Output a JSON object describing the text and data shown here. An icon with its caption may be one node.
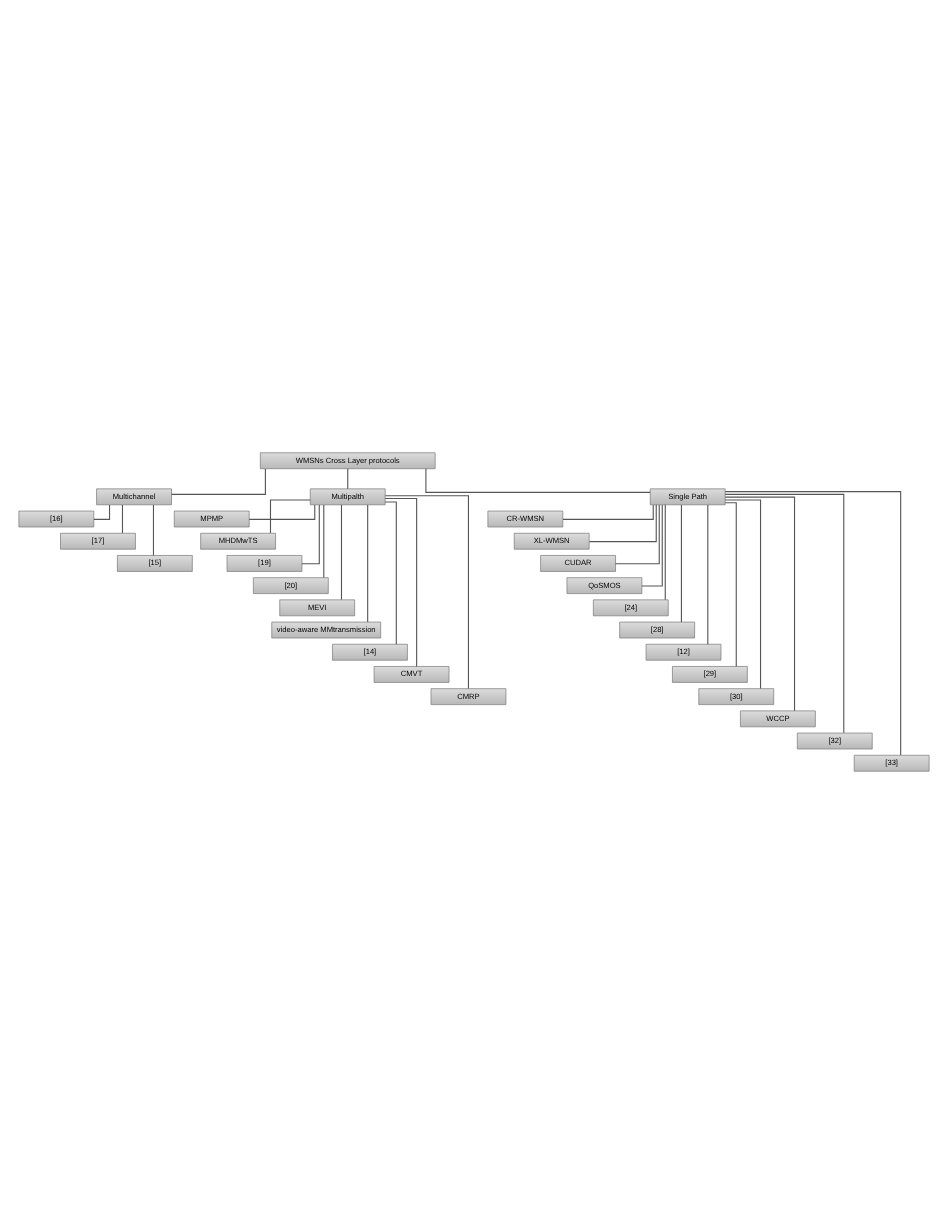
{
  "diagram": {
    "nodes": [
      {
        "text": [
          "WMSNs Cross Layer protocols"
        ]
      },
      {
        "text": [
          "Multichannel"
        ]
      },
      {
        "text": [
          "Multipalth"
        ]
      },
      {
        "text": [
          "Single Path"
        ]
      },
      {
        "text": [
          "[16]"
        ]
      },
      {
        "text": [
          "[17]"
        ]
      },
      {
        "text": [
          "[15]"
        ]
      },
      {
        "text": [
          "MPMP"
        ]
      },
      {
        "text": [
          "MHDMwTS"
        ]
      },
      {
        "text": [
          "[19]"
        ]
      },
      {
        "text": [
          "[20]"
        ]
      },
      {
        "text": [
          "MEVI"
        ]
      },
      {
        "text": [
          "video-aware MMtransmission"
        ]
      },
      {
        "text": [
          "[14]"
        ]
      },
      {
        "text": [
          "CMVT"
        ]
      },
      {
        "text": [
          "CMRP"
        ]
      },
      {
        "text": [
          "CR-WMSN"
        ]
      },
      {
        "text": [
          "XL-WMSN"
        ]
      },
      {
        "text": [
          "CUDAR"
        ]
      },
      {
        "text": [
          "QoSMOS"
        ]
      },
      {
        "text": [
          "[24]"
        ]
      },
      {
        "text": [
          "[28]"
        ]
      },
      {
        "text": [
          "[12]"
        ]
      },
      {
        "text": [
          "[29]"
        ]
      },
      {
        "text": [
          "[30]"
        ]
      },
      {
        "text": [
          "WCCP"
        ]
      },
      {
        "text": [
          "[32]"
        ]
      },
      {
        "text": [
          "[33]"
        ]
      }
    ],
    "edges": [
      {
        "from": 0,
        "to": 1,
        "arrow": "none"
      },
      {
        "from": 0,
        "to": 2,
        "arrow": "none"
      },
      {
        "from": 0,
        "to": 3,
        "arrow": "none"
      },
      {
        "from": 1,
        "to": 4,
        "arrow": "none"
      },
      {
        "from": 1,
        "to": 5,
        "arrow": "none"
      },
      {
        "from": 1,
        "to": 6,
        "arrow": "none"
      },
      {
        "from": 2,
        "to": 7,
        "arrow": "none"
      },
      {
        "from": 2,
        "to": 8,
        "arrow": "none"
      },
      {
        "from": 2,
        "to": 9,
        "arrow": "none"
      },
      {
        "from": 2,
        "to": 10,
        "arrow": "none"
      },
      {
        "from": 2,
        "to": 11,
        "arrow": "none"
      },
      {
        "from": 2,
        "to": 12,
        "arrow": "none"
      },
      {
        "from": 2,
        "to": 13,
        "arrow": "none"
      },
      {
        "from": 2,
        "to": 14,
        "arrow": "none"
      },
      {
        "from": 2,
        "to": 15,
        "arrow": "none"
      },
      {
        "from": 3,
        "to": 16,
        "arrow": "none"
      },
      {
        "from": 3,
        "to": 17,
        "arrow": "none"
      },
      {
        "from": 3,
        "to": 18,
        "arrow": "none"
      },
      {
        "from": 3,
        "to": 19,
        "arrow": "none"
      },
      {
        "from": 3,
        "to": 20,
        "arrow": "none"
      },
      {
        "from": 3,
        "to": 21,
        "arrow": "none"
      },
      {
        "from": 3,
        "to": 22,
        "arrow": "none"
      },
      {
        "from": 3,
        "to": 23,
        "arrow": "none"
      },
      {
        "from": 3,
        "to": 24,
        "arrow": "none"
      },
      {
        "from": 3,
        "to": 25,
        "arrow": "none"
      },
      {
        "from": 3,
        "to": 26,
        "arrow": "none"
      },
      {
        "from": 3,
        "to": 27,
        "arrow": "none"
      }
    ]
  }
}
